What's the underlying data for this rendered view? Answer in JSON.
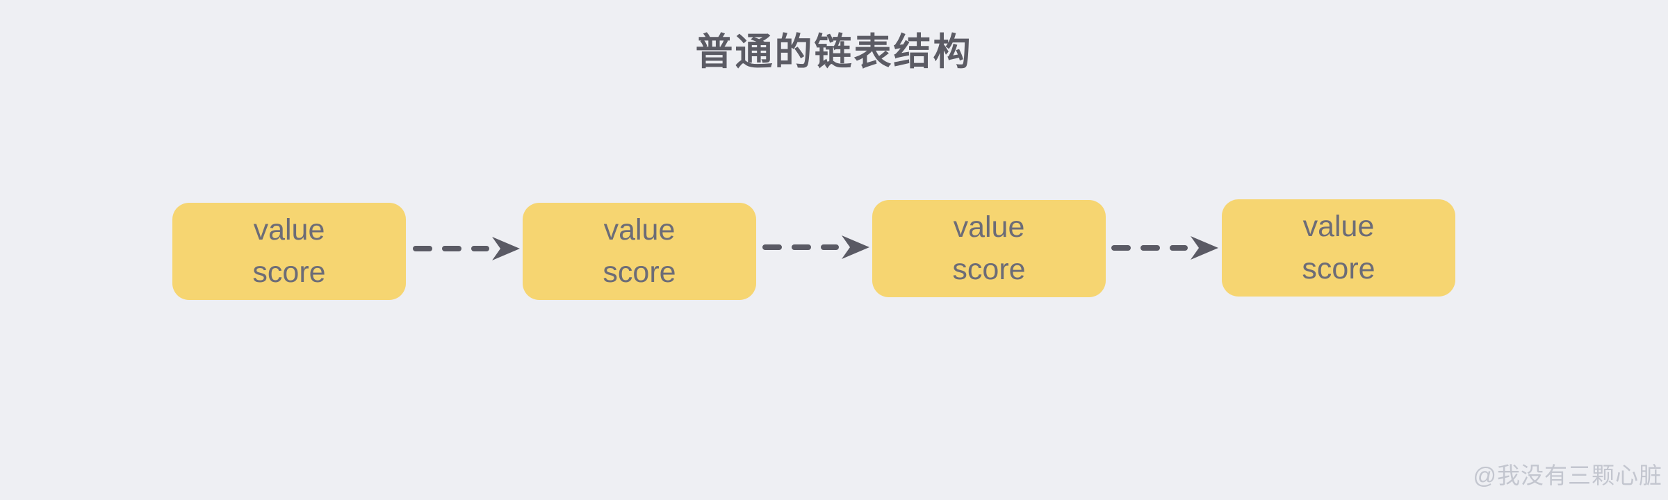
{
  "colors": {
    "bg": "#EEEFF3",
    "title": "#5B5B64",
    "node-fill": "#F6D571",
    "node-text": "#6C6C77",
    "arrow": "#5A5A64",
    "watermark": "#C3C6CF"
  },
  "title": {
    "text": "普通的链表结构"
  },
  "diagram": {
    "nodes": [
      {
        "value_label": "value",
        "score_label": "score"
      },
      {
        "value_label": "value",
        "score_label": "score"
      },
      {
        "value_label": "value",
        "score_label": "score"
      },
      {
        "value_label": "value",
        "score_label": "score"
      }
    ]
  },
  "watermark": {
    "text": "@我没有三颗心脏"
  }
}
